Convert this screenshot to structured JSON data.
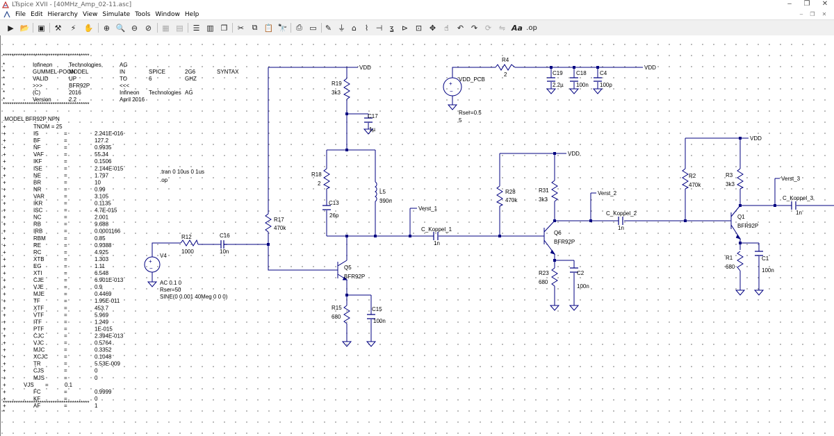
{
  "window": {
    "title": "LTspice XVII - [40MHz_Amp_02-11.asc]",
    "controls": [
      "–",
      "❐",
      "✕"
    ],
    "mdi_controls": [
      "–",
      "❐",
      "✕"
    ]
  },
  "menu": [
    "File",
    "Edit",
    "Hierarchy",
    "View",
    "Simulate",
    "Tools",
    "Window",
    "Help"
  ],
  "toolbar": {
    "icons": [
      "run-icon",
      "open-icon",
      "save-icon",
      "control-panel-icon",
      "halt-icon",
      "pan-icon",
      "zoom-in-icon",
      "zoom-area-icon",
      "zoom-out-icon",
      "zoom-fit-icon",
      "autorange-icon",
      "grid-icon",
      "tile-vertical-icon",
      "tile-horizontal-icon",
      "cascade-icon",
      "cut-icon",
      "copy-icon",
      "paste-icon",
      "find-icon",
      "print-icon",
      "print-preview-icon",
      "wire-icon",
      "ground-icon",
      "label-icon",
      "resistor-icon",
      "capacitor-icon",
      "inductor-icon",
      "diode-icon",
      "component-icon",
      "move-icon",
      "drag-icon",
      "undo-icon",
      "redo-icon",
      "rotate-icon",
      "mirror-icon",
      "text-icon",
      "spice-directive-icon"
    ],
    "text_label": "Aa",
    "op_label": ".op"
  },
  "model_block": {
    "stars": "****************************************",
    "header_lines": [
      [
        "*",
        "Infineon",
        "Technologies",
        "AG"
      ],
      [
        "*",
        "GUMMEL-POON",
        "MODEL",
        "IN",
        "SPICE",
        "2G6",
        "SYNTAX"
      ],
      [
        "*",
        "VALID",
        "UP",
        "TO",
        "6",
        "GHZ"
      ],
      [
        "*",
        ">>>",
        "BFR92P",
        "<<<"
      ],
      [
        "*",
        "(C)",
        "2016",
        "Infineon",
        "Technologies",
        "AG"
      ],
      [
        "*",
        "Version",
        "2.2",
        "April 2016"
      ]
    ],
    "model_line": ".MODEL BFR92P NPN",
    "tnom": "TNOM = 25",
    "params": [
      [
        "IS",
        "=",
        "2.241E-016"
      ],
      [
        "BF",
        "=",
        "127.2"
      ],
      [
        "NF",
        "=",
        "0.9935"
      ],
      [
        "VAF",
        "=",
        "55.34"
      ],
      [
        "IKF",
        "=",
        "0.1506"
      ],
      [
        "ISE",
        "=",
        "2.144E-015"
      ],
      [
        "NE",
        "=",
        "1.797"
      ],
      [
        "BR",
        "=",
        "10"
      ],
      [
        "NR",
        "=",
        "0.99"
      ],
      [
        "VAR",
        "=",
        "3.105"
      ],
      [
        "IKR",
        "=",
        "0.1135"
      ],
      [
        "ISC",
        "=",
        "4.7E-015"
      ],
      [
        "NC",
        "=",
        "2.001"
      ],
      [
        "RB",
        "=",
        "9.688"
      ],
      [
        "IRB",
        "=",
        "0.0001166"
      ],
      [
        "RBM",
        "=",
        "0.85"
      ],
      [
        "RE",
        "=",
        "0.9388"
      ],
      [
        "RC",
        "=",
        "4.925"
      ],
      [
        "XTB",
        "=",
        "1.303"
      ],
      [
        "EG",
        "=",
        "1.11"
      ],
      [
        "XTI",
        "=",
        "6.548"
      ],
      [
        "CJE",
        "=",
        "6.901E-013"
      ],
      [
        "VJE",
        "=",
        "0.9"
      ],
      [
        "MJE",
        "=",
        "0.4469"
      ],
      [
        "TF",
        "=",
        "1.95E-011"
      ],
      [
        "XTF",
        "=",
        "453.7"
      ],
      [
        "VTF",
        "=",
        "5.969"
      ],
      [
        "ITF",
        "=",
        "1.249"
      ],
      [
        "PTF",
        "=",
        "1E-015"
      ],
      [
        "CJC",
        "=",
        "2.394E-013"
      ],
      [
        "VJC",
        "=",
        "0.5764"
      ],
      [
        "MJC",
        "=",
        "0.3352"
      ],
      [
        "XCJC",
        "=",
        "0.1048"
      ],
      [
        "TR",
        "=",
        "5.53E-009"
      ],
      [
        "CJS",
        "=",
        "0"
      ],
      [
        "MJS",
        "=",
        "0"
      ]
    ],
    "vjs": [
      "VJS",
      "=",
      "0.1"
    ],
    "tail_params": [
      [
        "FC",
        "=",
        "0.9999"
      ],
      [
        "KF",
        "=",
        "0"
      ],
      [
        "AF",
        "=",
        "1"
      ]
    ],
    "trailer_star": "*"
  },
  "directives": {
    "tran": ".tran 0 10us 0 1us",
    "op": ".op"
  },
  "source_v4": {
    "name": "V4",
    "ac": "AC 0.1 0",
    "rser": "Rser=50",
    "sine": "SINE(0 0.001 40Meg 0 0 0)"
  },
  "vdd_pcb": {
    "name": "VDD_PCB",
    "rser": "Rser=0.5",
    "value": "5"
  },
  "components": {
    "R12": {
      "name": "R12",
      "value": "1000"
    },
    "C16": {
      "name": "C16",
      "value": "10n"
    },
    "R17": {
      "name": "R17",
      "value": "470k"
    },
    "R19": {
      "name": "R19",
      "value": "3k3"
    },
    "C17": {
      "name": "C17",
      "value": "1µ"
    },
    "R18": {
      "name": "R18",
      "value": "2"
    },
    "C13": {
      "name": "C13",
      "value": "26p"
    },
    "L5": {
      "name": "L5",
      "value": "390n"
    },
    "Q5": {
      "name": "Q5",
      "value": "BFR92P"
    },
    "R15": {
      "name": "R15",
      "value": "680"
    },
    "C15": {
      "name": "C15",
      "value": "100n"
    },
    "R4": {
      "name": "R4",
      "value": "2"
    },
    "C19": {
      "name": "C19",
      "value": "2.2µ"
    },
    "C18": {
      "name": "C18",
      "value": "100n"
    },
    "C4": {
      "name": "C4",
      "value": "100p"
    },
    "C_Koppel_1": {
      "name": "C_Koppel_1",
      "value": "1n"
    },
    "R28": {
      "name": "R28",
      "value": "470k"
    },
    "R31": {
      "name": "R31",
      "value": "3k3"
    },
    "Q6": {
      "name": "Q6",
      "value": "BFR92P"
    },
    "R23": {
      "name": "R23",
      "value": "680"
    },
    "C2": {
      "name": "C2",
      "value": "100n"
    },
    "C_Koppel_2": {
      "name": "C_Koppel_2",
      "value": "1n"
    },
    "R2": {
      "name": "R2",
      "value": "470k"
    },
    "R3": {
      "name": "R3",
      "value": "3k3"
    },
    "Q1": {
      "name": "Q1",
      "value": "BFR92P"
    },
    "R1": {
      "name": "R1",
      "value": "680"
    },
    "C1": {
      "name": "C1",
      "value": "100n"
    },
    "C_Koppel_3": {
      "name": "C_Koppel_3",
      "value": "1n"
    }
  },
  "nets": {
    "vdd": "VDD",
    "verst_1": "Verst_1",
    "verst_2": "Verst_2",
    "verst_3": "Verst_3"
  }
}
